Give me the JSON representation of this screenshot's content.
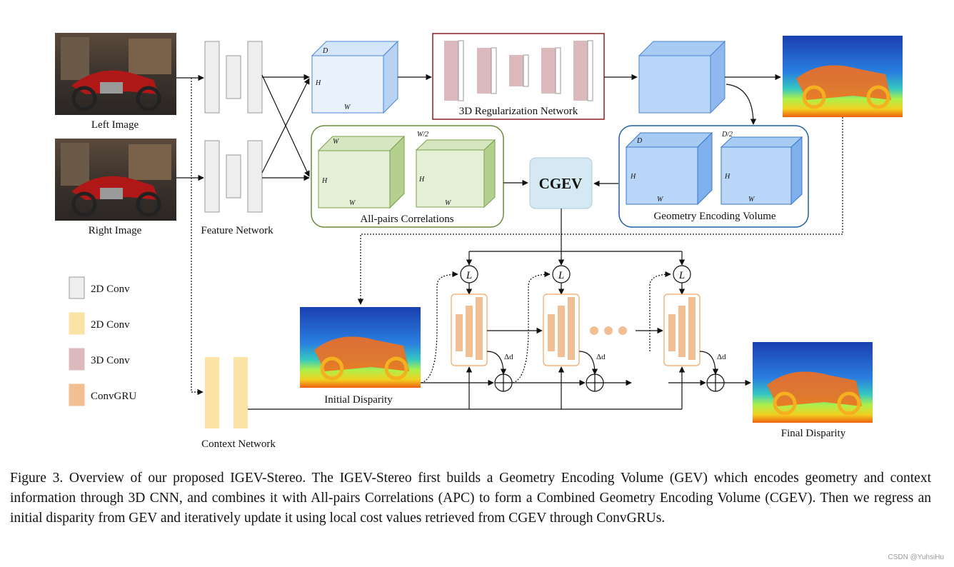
{
  "figure": {
    "labels": {
      "left_image": "Left Image",
      "right_image": "Right Image",
      "feature_network": "Feature Network",
      "context_network": "Context Network",
      "regularization": "3D Regularization Network",
      "all_pairs": "All-pairs Correlations",
      "gev": "Geometry Encoding Volume",
      "cgev": "CGEV",
      "initial_disparity": "Initial Disparity",
      "final_disparity": "Final Disparity"
    },
    "dims": {
      "d": "D",
      "h": "H",
      "w": "W",
      "w_half": "W/2",
      "d_half": "D/2"
    },
    "lookup": "L",
    "delta": "Δd",
    "legend": [
      {
        "label": "2D Conv",
        "color": "#eeeeee",
        "border": "#9a9a9a"
      },
      {
        "label": "2D Conv",
        "color": "#fbe3a6",
        "border": "#fbe3a6"
      },
      {
        "label": "3D Conv",
        "color": "#dcb9bc",
        "border": "#dcb9bc"
      },
      {
        "label": "ConvGRU",
        "color": "#f2be93",
        "border": "#f2be93"
      }
    ]
  },
  "caption": "Figure 3.  Overview of our proposed IGEV-Stereo.  The IGEV-Stereo first builds a Geometry Encoding Volume (GEV) which encodes geometry and context information through 3D CNN, and combines it with All-pairs Correlations (APC) to form a Combined Geometry Encoding Volume (CGEV). Then we regress an initial disparity from GEV and iteratively update it using local cost values retrieved from CGEV through ConvGRUs.",
  "watermark": "CSDN @YuhsiHu"
}
